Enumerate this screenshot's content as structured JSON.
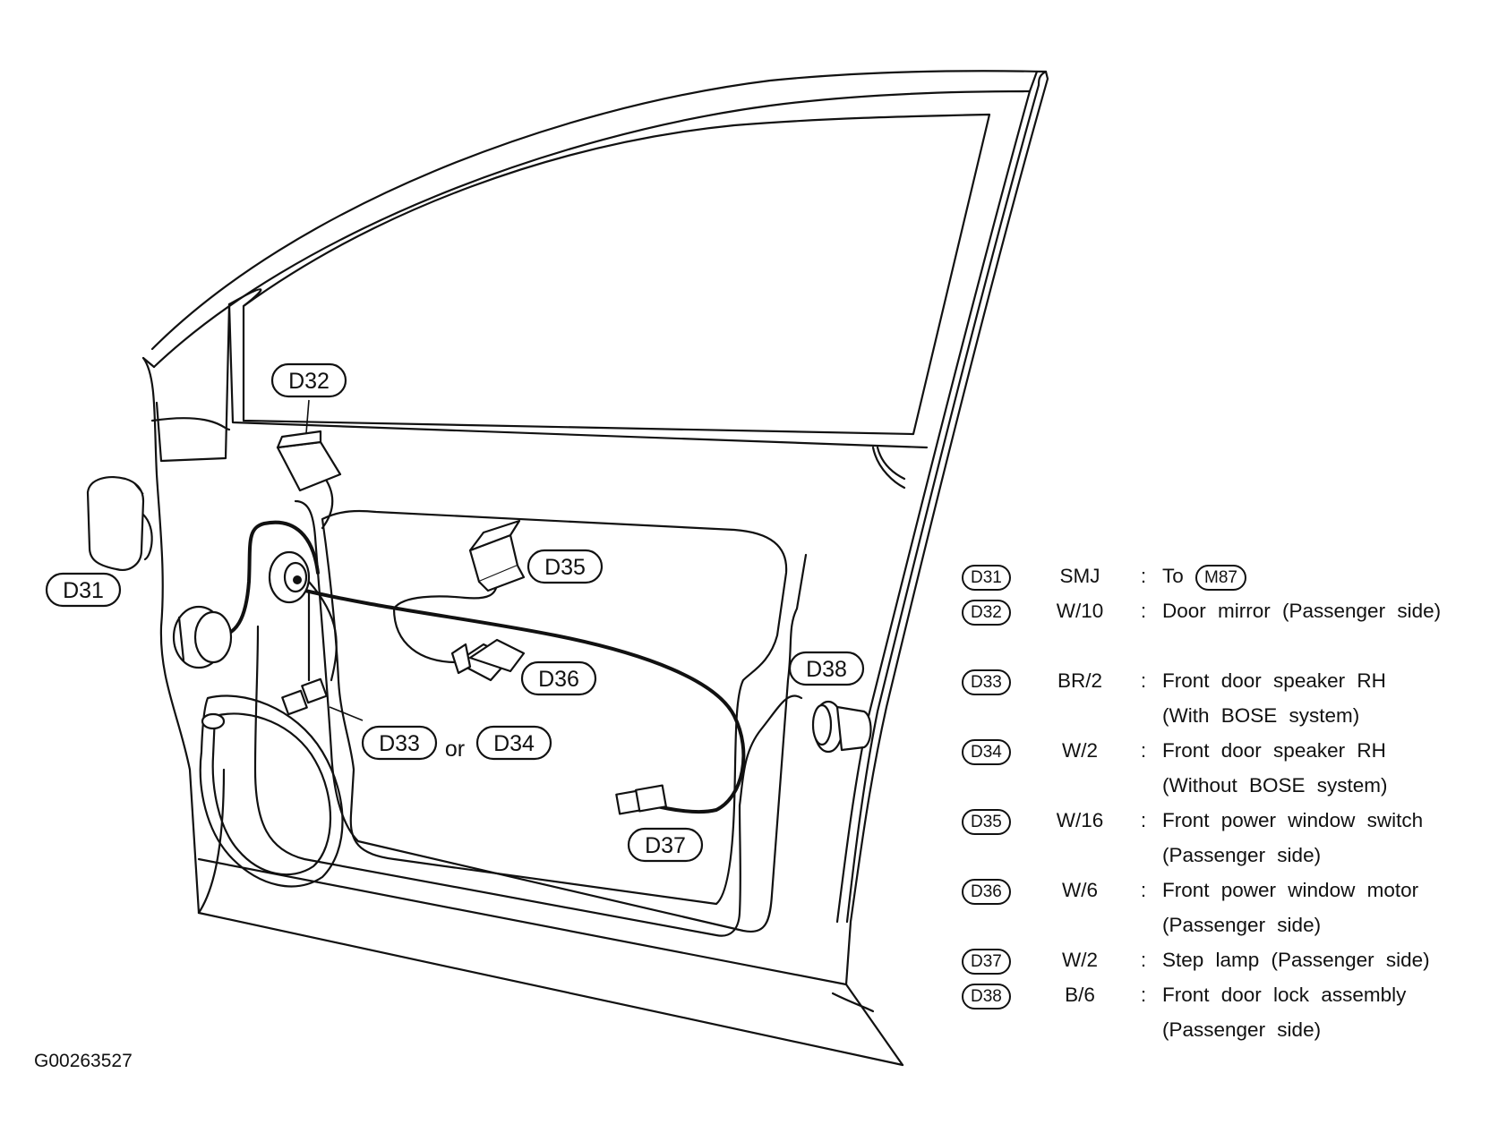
{
  "callouts": {
    "d31": "D31",
    "d32": "D32",
    "d33": "D33",
    "or": "or",
    "d34": "D34",
    "d35": "D35",
    "d36": "D36",
    "d37": "D37",
    "d38": "D38"
  },
  "legend": [
    {
      "connector": "D31",
      "spec": "SMJ",
      "sep": ":",
      "desc_prefix": "To",
      "desc_ref": "M87",
      "desc2": ""
    },
    {
      "connector": "D32",
      "spec": "W/10",
      "sep": ":",
      "desc": "Door mirror (Passenger side)",
      "desc2": ""
    },
    {
      "connector": "D33",
      "spec": "BR/2",
      "sep": ":",
      "desc": "Front door speaker RH",
      "desc2": "(With BOSE system)"
    },
    {
      "connector": "D34",
      "spec": "W/2",
      "sep": ":",
      "desc": "Front door speaker RH",
      "desc2": "(Without BOSE system)"
    },
    {
      "connector": "D35",
      "spec": "W/16",
      "sep": ":",
      "desc": "Front power window switch",
      "desc2": "(Passenger side)"
    },
    {
      "connector": "D36",
      "spec": "W/6",
      "sep": ":",
      "desc": "Front power window motor",
      "desc2": "(Passenger side)"
    },
    {
      "connector": "D37",
      "spec": "W/2",
      "sep": ":",
      "desc": "Step lamp (Passenger side)",
      "desc2": ""
    },
    {
      "connector": "D38",
      "spec": "B/6",
      "sep": ":",
      "desc": "Front door lock assembly",
      "desc2": "(Passenger side)"
    }
  ],
  "figure_code": "G00263527"
}
